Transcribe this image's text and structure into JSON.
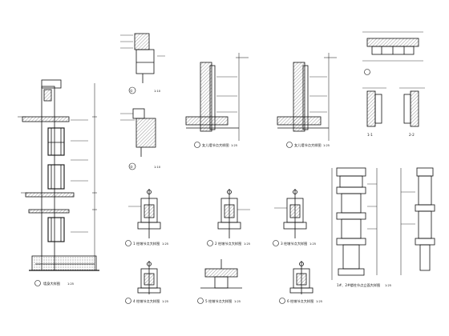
{
  "sheet": {
    "background": "#ffffff",
    "line_color": "#111111",
    "hatch_color": "#555555",
    "detail_titles": {
      "wall_section_main": "墙身大样图",
      "wall_section_main_scale": "1:25",
      "detail_1": "①",
      "detail_1_scale": "1:10",
      "detail_2": "②",
      "detail_2_scale": "1:10",
      "parapet_a": "女儿墙节点大样图",
      "parapet_a_scale": "1:25",
      "parapet_b": "女儿墙节点大样图",
      "parapet_b_scale": "1:25",
      "plan_a": "1-1",
      "plan_b": "2-2",
      "col_1": "1 柱墩节点大样图",
      "col_1_scale": "1:25",
      "col_2": "2 柱墩节点大样图",
      "col_2_scale": "1:25",
      "col_3": "3 柱墩节点大样图",
      "col_3_scale": "1:25",
      "col_4": "4 柱墩节点大样图",
      "col_4_scale": "1:25",
      "col_5": "5 柱墩节点大样图",
      "col_5_scale": "1:25",
      "col_6": "6 柱墩节点大样图",
      "col_6_scale": "1:25",
      "elevation": "1#、2#楼柱节点立面大样图",
      "elevation_scale": "1:25"
    }
  }
}
